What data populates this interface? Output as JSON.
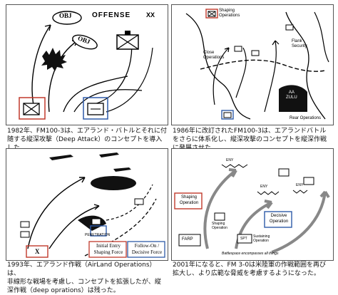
{
  "panels": [
    {
      "labels": {
        "obj1": "OBJ",
        "obj2": "OBJ",
        "offense": "OFFENSE",
        "xx": "XX"
      },
      "caption_lines": [
        "1982年、FM100-3は、エアランド・バトルとそれに付",
        "随する縦深攻撃（Deep Attack）のコンセプトを導入",
        "した。"
      ]
    },
    {
      "labels": {
        "shaping": "Shaping",
        "operations": "Operations",
        "flank": "Flank",
        "security": "Security",
        "close": "Close",
        "close_ops": "Operations",
        "aa": "AA",
        "zulu": "ZULU",
        "rear": "Rear Operations"
      },
      "caption_lines": [
        "1986年に改訂されたFM100-3は、エアランドバトル",
        "をさらに体系化し、縦深攻撃のコンセプトを縦深作戦",
        "に発展させた。"
      ]
    },
    {
      "labels": {
        "penetration": "PENETRATION",
        "initial_entry": "Initial Entry",
        "shaping_force": "Shaping Force",
        "follow_on": "Follow-On /",
        "decisive_force": "Decisive Force",
        "x": "X"
      },
      "caption_lines": [
        "1993年、エアランド作戦（AirLand Operations）は、",
        "非線形な戦場を考慮し、コンセプトを拡張したが、縦",
        "深作戦（deep oprations）は残った。"
      ]
    },
    {
      "labels": {
        "shaping_op": "Shaping",
        "shaping_op2": "Operation",
        "decisive_op": "Decisive",
        "decisive_op2": "Operation",
        "shaping_op_b": "Shaping",
        "shaping_op_b2": "Operation",
        "farp": "FARP",
        "spt": "SPT",
        "sustaining": "Sustaining",
        "sustaining2": "Operation",
        "bottom": "Battlespace encompasses all things",
        "env1": "ENY",
        "env2": "ENY",
        "env3": "ENY"
      },
      "caption_lines": [
        "2001年になると、FM 3-0は米陸軍の作戦範囲を再び",
        "拡大し、より広範な脅威を考慮するようになった。"
      ]
    }
  ],
  "colors": {
    "red": "#c0392b",
    "blue": "#2e5aa8"
  }
}
